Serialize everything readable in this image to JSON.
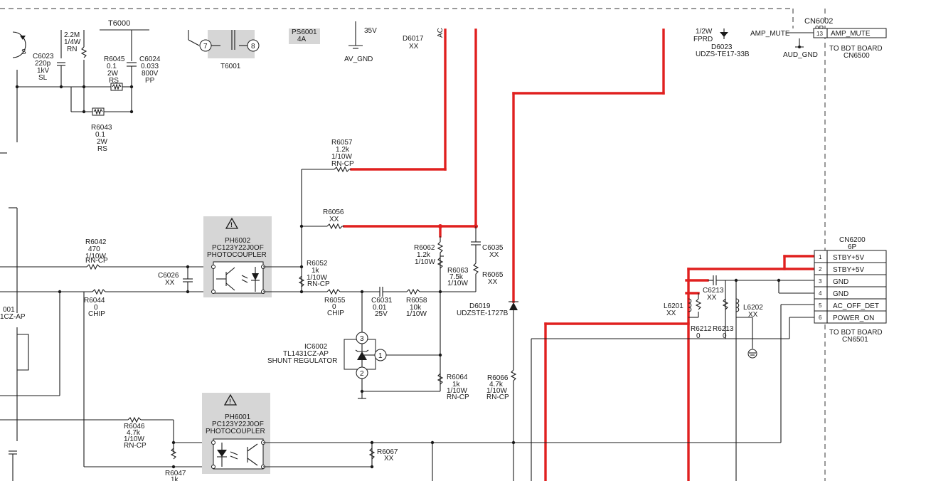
{
  "top": {
    "t6000": "T6000",
    "r_22m": [
      "2.2M",
      "1/4W",
      "RN"
    ],
    "c6023": [
      "C6023",
      "220p",
      "1kV",
      "SL"
    ],
    "r6045": [
      "R6045",
      "0.1",
      "2W",
      "RS"
    ],
    "c6024": [
      "C6024",
      "0.033",
      "800V",
      "PP"
    ],
    "r6043": [
      "R6043",
      "0.1",
      "2W",
      "RS"
    ],
    "t6001": "T6001",
    "pin7": "7",
    "pin8": "8",
    "ps_partial": "PS6001",
    "ps_val": "4A",
    "v35": "35V",
    "av_gnd": "AV_GND",
    "d6017": [
      "D6017",
      "XX"
    ],
    "ac_partial": "AC",
    "d6023": [
      "1/2W",
      "FPRD",
      "D6023",
      "UDZS-TE17-33B"
    ],
    "amp_mute": "AMP_MUTE",
    "aud_gnd": "AUD_GND",
    "cn6002": [
      "CN6002",
      "9P"
    ],
    "cn6002_pin": "13",
    "cn6002_pin_label": "AMP_MUTE",
    "to_bdt_top": [
      "TO BDT BOARD",
      "CN6500"
    ]
  },
  "mid": {
    "r6057": [
      "R6057",
      "1.2k",
      "1/10W",
      "RN-CP"
    ],
    "r6056": [
      "R6056",
      "XX"
    ],
    "ph6002": [
      "PH6002",
      "PC123Y22J0OF",
      "PHOTOCOUPLER"
    ],
    "r6042": [
      "R6042",
      "470",
      "1/10W",
      "RN-CP"
    ],
    "c6026": [
      "C6026",
      "XX"
    ],
    "r6044": [
      "R6044",
      "0",
      "CHIP"
    ],
    "r6052": [
      "R6052",
      "1k",
      "1/10W",
      "RN-CP"
    ],
    "r6055": [
      "R6055",
      "0",
      "CHIP"
    ],
    "c6031": [
      "C6031",
      "0.01",
      "25V"
    ],
    "r6058": [
      "R6058",
      "10k",
      "1/10W"
    ],
    "r6062": [
      "R6062",
      "1.2k",
      "1/10W"
    ],
    "r6063": [
      "R6063",
      "7.5k",
      "1/10W"
    ],
    "c6035": [
      "C6035",
      "XX"
    ],
    "r6065": [
      "R6065",
      "XX"
    ],
    "d6019": [
      "D6019",
      "UDZSTE-1727B"
    ],
    "ic6002": [
      "IC6002",
      "TL1431CZ-AP",
      "SHUNT REGULATOR"
    ],
    "ic_pins": [
      "3",
      "1",
      "2"
    ],
    "r6064": [
      "R6064",
      "1k",
      "1/10W",
      "RN-CP"
    ],
    "r6066": [
      "R6066",
      "4.7k",
      "1/10W",
      "RN-CP"
    ],
    "left_partial": [
      "001",
      "1CZ-AP"
    ]
  },
  "bottom": {
    "ph6001": [
      "PH6001",
      "PC123Y22J0OF",
      "PHOTOCOUPLER"
    ],
    "r6046": [
      "R6046",
      "4.7k",
      "1/10W",
      "RN-CP"
    ],
    "r6047": [
      "R6047",
      "1k"
    ],
    "r6067": [
      "R6067",
      "XX"
    ]
  },
  "right": {
    "c6213": [
      "C6213",
      "XX"
    ],
    "l6201": [
      "L6201",
      "XX"
    ],
    "l6202": [
      "L6202",
      "XX"
    ],
    "r6212": [
      "R6212",
      "0"
    ],
    "r6213": [
      "R6213",
      "0"
    ],
    "cn6200": [
      "CN6200",
      "6P"
    ],
    "cn6200_pins": [
      {
        "num": "1",
        "label": "STBY+5V"
      },
      {
        "num": "2",
        "label": "STBY+5V"
      },
      {
        "num": "3",
        "label": "GND"
      },
      {
        "num": "4",
        "label": "GND"
      },
      {
        "num": "5",
        "label": "AC_OFF_DET"
      },
      {
        "num": "6",
        "label": "POWER_ON"
      }
    ],
    "to_bdt_bottom": [
      "TO BDT BOARD",
      "CN6501"
    ]
  },
  "colors": {
    "highlight": "#e0201f",
    "wire": "#1a1a1a",
    "photocoupler_bg": "#d6d6d6"
  }
}
